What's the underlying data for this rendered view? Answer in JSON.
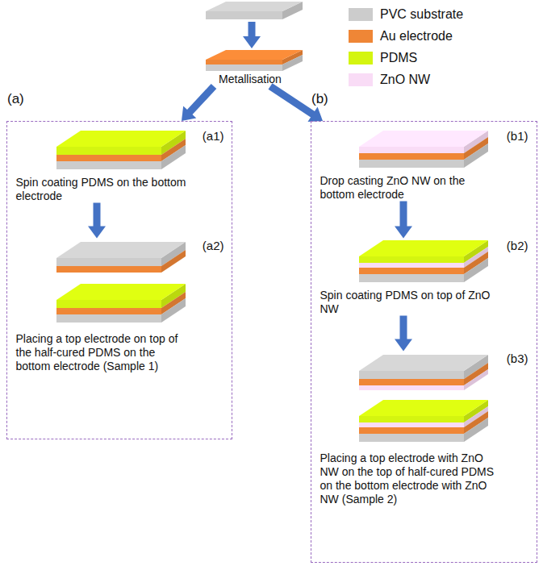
{
  "diagram": {
    "nodes": [
      {
        "text": [
          "Metallisation"
        ]
      },
      {
        "text": [
          "(a)"
        ]
      },
      {
        "text": [
          "(a1)",
          "Spin coating PDMS on the bottom electrode"
        ],
        "in": 1
      },
      {
        "text": [
          "(a2)",
          "Placing a top electrode on top of the half-cured PDMS on the bottom electrode (Sample 1)"
        ],
        "in": 1
      },
      {
        "text": [
          "(b)"
        ]
      },
      {
        "text": [
          "(b1)",
          "Drop casting ZnO NW on the bottom electrode"
        ],
        "in": 4
      },
      {
        "text": [
          "(b2)",
          "Spin coating PDMS on top of ZnO NW"
        ],
        "in": 4
      },
      {
        "text": [
          "(b3)",
          "Placing a top electrode with ZnO NW on the top of half-cured PDMS on the bottom electrode with ZnO NW (Sample 2)"
        ],
        "in": 4
      }
    ],
    "edges": [
      {
        "from": 0,
        "to": 1,
        "arrow": "to"
      },
      {
        "from": 0,
        "to": 4,
        "arrow": "to"
      },
      {
        "from": 2,
        "to": 3,
        "arrow": "to"
      },
      {
        "from": 5,
        "to": 6,
        "arrow": "to"
      },
      {
        "from": 6,
        "to": 7,
        "arrow": "to"
      }
    ],
    "legend": [
      {
        "text": "PVC substrate",
        "color": "#cccccc"
      },
      {
        "text": "Au electrode",
        "color": "#ef8636"
      },
      {
        "text": "PDMS",
        "color": "#d4f510"
      },
      {
        "text": "ZnO NW",
        "color": "#f9dcf6"
      }
    ]
  }
}
